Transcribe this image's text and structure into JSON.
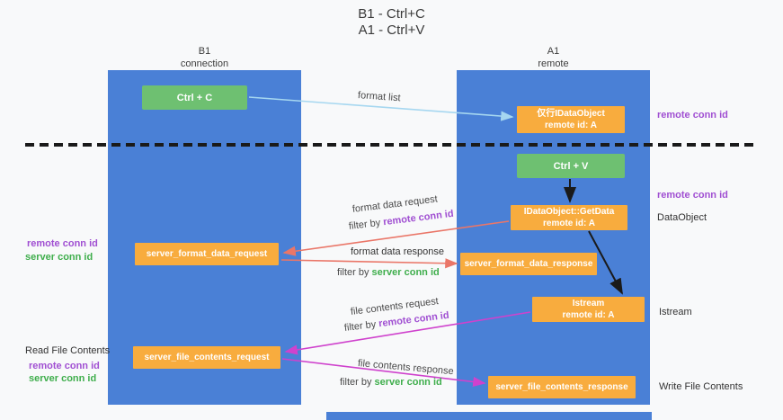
{
  "title": {
    "line1": "B1 - Ctrl+C",
    "line2": "A1 - Ctrl+V"
  },
  "lanes": {
    "left_name": "B1",
    "left_sub": "connection",
    "right_name": "A1",
    "right_sub": "remote"
  },
  "boxes": {
    "ctrl_c": "Ctrl + C",
    "ctrl_v": "Ctrl + V",
    "idataobject_l1": "仅行IDataObject",
    "idataobject_l2": "remote id: A",
    "getdata_l1": "IDataObject::GetData",
    "getdata_l2": "remote id: A",
    "istream_l1": "Istream",
    "istream_l2": "remote id: A",
    "format_request": "server_format_data_request",
    "format_response": "server_format_data_response",
    "file_request": "server_file_contents_request",
    "file_response": "server_file_contents_response"
  },
  "labels": {
    "format_list": "format list",
    "filter_by": "filter by",
    "remote_conn_id": "remote conn id",
    "server_conn_id": "server conn id",
    "format_data_request": "format data request",
    "format_data_response": "format data response",
    "file_contents_request": "file contents request",
    "file_contents_response": "file contents response",
    "dataobject": "DataObject",
    "istream": "Istream",
    "read_file_contents": "Read File Contents",
    "write_file_contents": "Write File Contents"
  },
  "colors": {
    "lane_blue": "#4a80d6",
    "box_green": "#6ec071",
    "box_orange": "#f8ac3e",
    "text_purple": "#a04fd2",
    "text_green": "#3fae4c",
    "arrow_red": "#ea7668",
    "arrow_magenta": "#cf42cd",
    "arrow_light_blue": "#a6d7f0",
    "arrow_black": "#1a1a1a"
  }
}
